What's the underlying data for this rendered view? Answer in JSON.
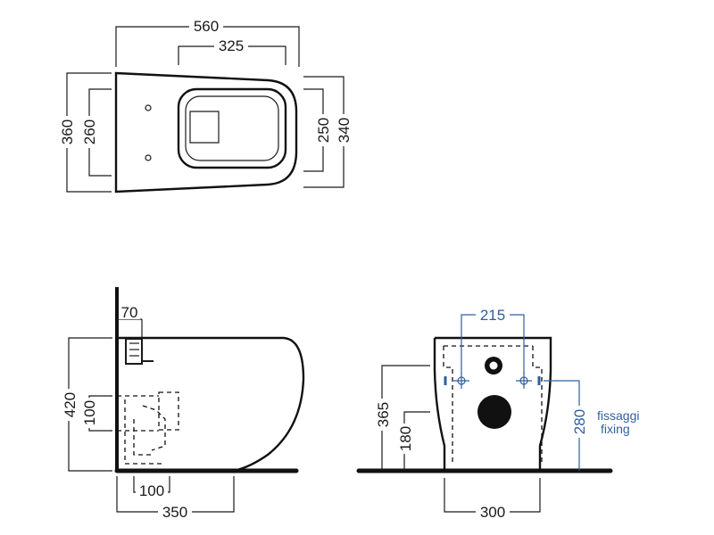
{
  "top_view": {
    "width_overall": "560",
    "width_inner": "325",
    "left_outer": "360",
    "left_inner": "260",
    "right_inner": "250",
    "right_outer": "340"
  },
  "side_view": {
    "wall_depth": "70",
    "height": "420",
    "fixing_gap": "100",
    "base_offset": "100",
    "depth": "350"
  },
  "back_view": {
    "fixing_spacing": "215",
    "height_outer": "365",
    "height_inner": "180",
    "fixing_height": "280",
    "base_width": "300",
    "fixing_label_it": "fissaggi",
    "fixing_label_en": "fixing"
  },
  "colors": {
    "line": "#1a1a1a",
    "accent_blue": "#2f5f9e"
  }
}
